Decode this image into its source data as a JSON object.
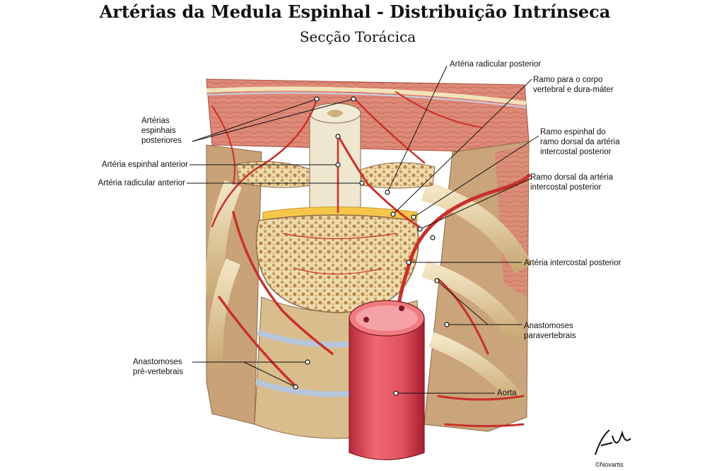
{
  "title": "Artérias da Medula Espinhal - Distribuição Intrínseca",
  "subtitle": "Secção Torácica",
  "labels": {
    "radicular_posterior": "Artéria radicular posterior",
    "ramo_corpo": "Ramo para o corpo\nvertebral e dura-máter",
    "ramo_espinhal": "Ramo espinhal do\nramo dorsal da artéria\nintercostal posterior",
    "ramo_dorsal": "Ramo dorsal da artéria\nintercostal posterior",
    "espinhais_posteriores": "Artérias\nespinhais\nposteriores",
    "espinhal_anterior": "Artéria espinhal anterior",
    "radicular_anterior": "Artéria radicular anterior",
    "intercostal_posterior": "Artéria intercostal posterior",
    "anastomoses_paravertebrais": "Anastomoses\nparavertebrais",
    "anastomoses_prevertebrais": "Anastomoses\npré-vertebrais",
    "aorta": "Aorta"
  },
  "signature": "©Novartis",
  "colors": {
    "muscle": "#d9786a",
    "bone": "#e9d9a8",
    "artery": "#c8302c",
    "aorta": "#e0505a",
    "leader": "#111111"
  }
}
